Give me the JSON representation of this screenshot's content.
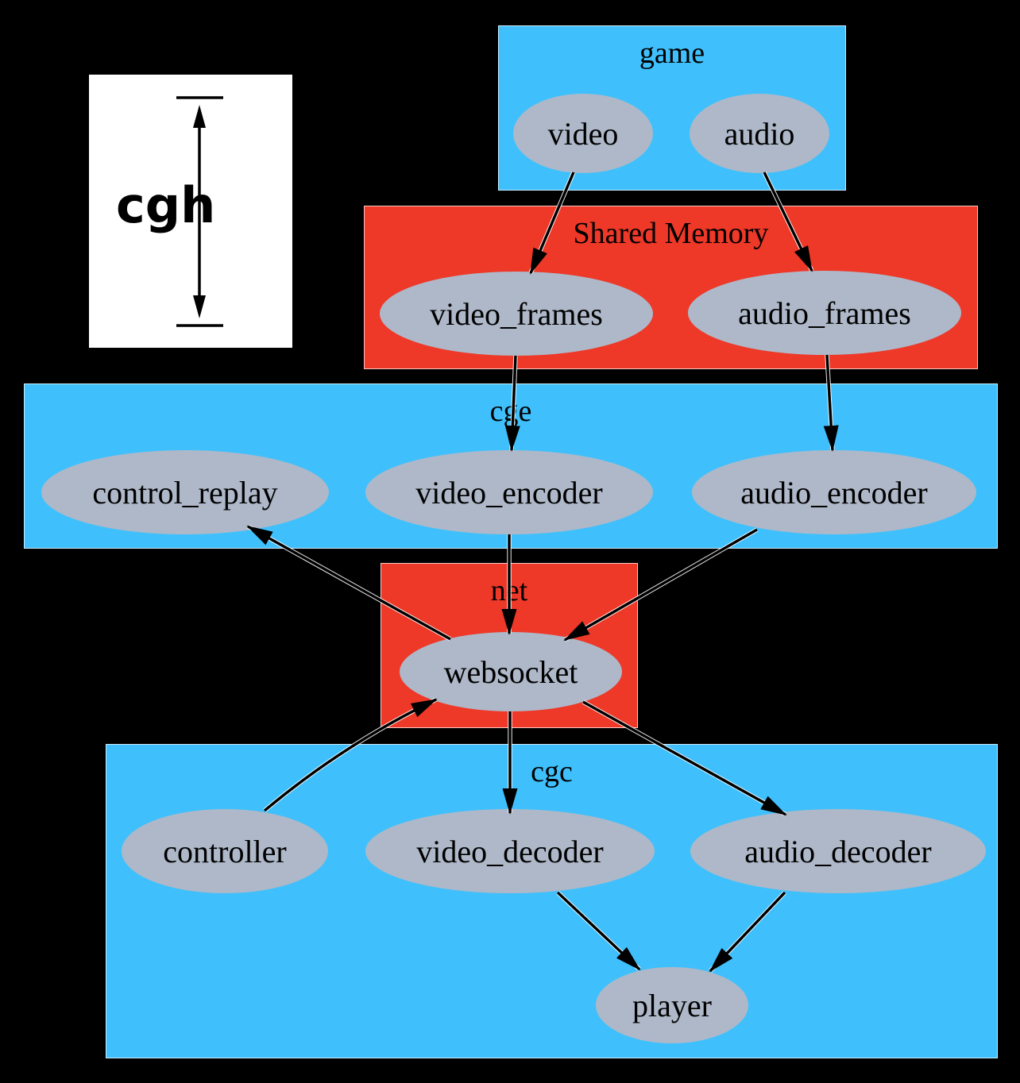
{
  "legend": {
    "label": "cgh"
  },
  "clusters": {
    "game": {
      "label": "game",
      "color": "#3fc0fc"
    },
    "shared_memory": {
      "label": "Shared Memory",
      "color": "#ee3828"
    },
    "cge": {
      "label": "cge",
      "color": "#3fc0fc"
    },
    "net": {
      "label": "net",
      "color": "#ee3828"
    },
    "cgc": {
      "label": "cgc",
      "color": "#3fc0fc"
    }
  },
  "nodes": {
    "video": {
      "label": "video"
    },
    "audio": {
      "label": "audio"
    },
    "video_frames": {
      "label": "video_frames"
    },
    "audio_frames": {
      "label": "audio_frames"
    },
    "control_replay": {
      "label": "control_replay"
    },
    "video_encoder": {
      "label": "video_encoder"
    },
    "audio_encoder": {
      "label": "audio_encoder"
    },
    "websocket": {
      "label": "websocket"
    },
    "controller": {
      "label": "controller"
    },
    "video_decoder": {
      "label": "video_decoder"
    },
    "audio_decoder": {
      "label": "audio_decoder"
    },
    "player": {
      "label": "player"
    }
  },
  "edges": [
    {
      "from": "video",
      "to": "video_frames"
    },
    {
      "from": "audio",
      "to": "audio_frames"
    },
    {
      "from": "video_frames",
      "to": "video_encoder"
    },
    {
      "from": "audio_frames",
      "to": "audio_encoder"
    },
    {
      "from": "video_encoder",
      "to": "websocket"
    },
    {
      "from": "audio_encoder",
      "to": "websocket"
    },
    {
      "from": "websocket",
      "to": "control_replay"
    },
    {
      "from": "controller",
      "to": "websocket"
    },
    {
      "from": "websocket",
      "to": "video_decoder"
    },
    {
      "from": "websocket",
      "to": "audio_decoder"
    },
    {
      "from": "video_decoder",
      "to": "player"
    },
    {
      "from": "audio_decoder",
      "to": "player"
    }
  ],
  "colors": {
    "background": "#000000",
    "cluster_blue": "#3fc0fc",
    "cluster_red": "#ee3828",
    "node_fill": "#aeb8c8",
    "edge": "#000000",
    "edge_halo": "#ffffff",
    "legend_background": "#ffffff",
    "text": "#000000"
  }
}
